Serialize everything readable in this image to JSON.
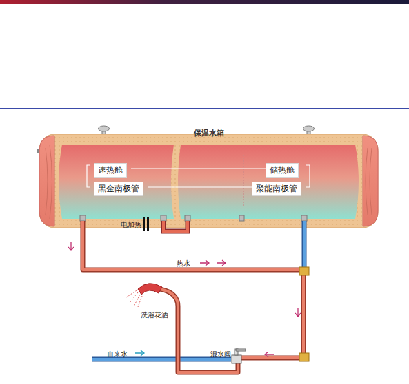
{
  "diagram": {
    "nodes": [
      {
        "text": [
          "保温水箱"
        ]
      },
      {
        "text": [
          "速热舱"
        ],
        "in": 0
      },
      {
        "text": [
          "黑金南极管"
        ],
        "in": 0
      },
      {
        "text": [
          "储热舱"
        ],
        "in": 0
      },
      {
        "text": [
          "聚能南极管"
        ],
        "in": 0
      }
    ],
    "labels": [
      "电加热",
      "热水",
      "洗浴花洒",
      "自来水",
      "混水阀"
    ]
  }
}
